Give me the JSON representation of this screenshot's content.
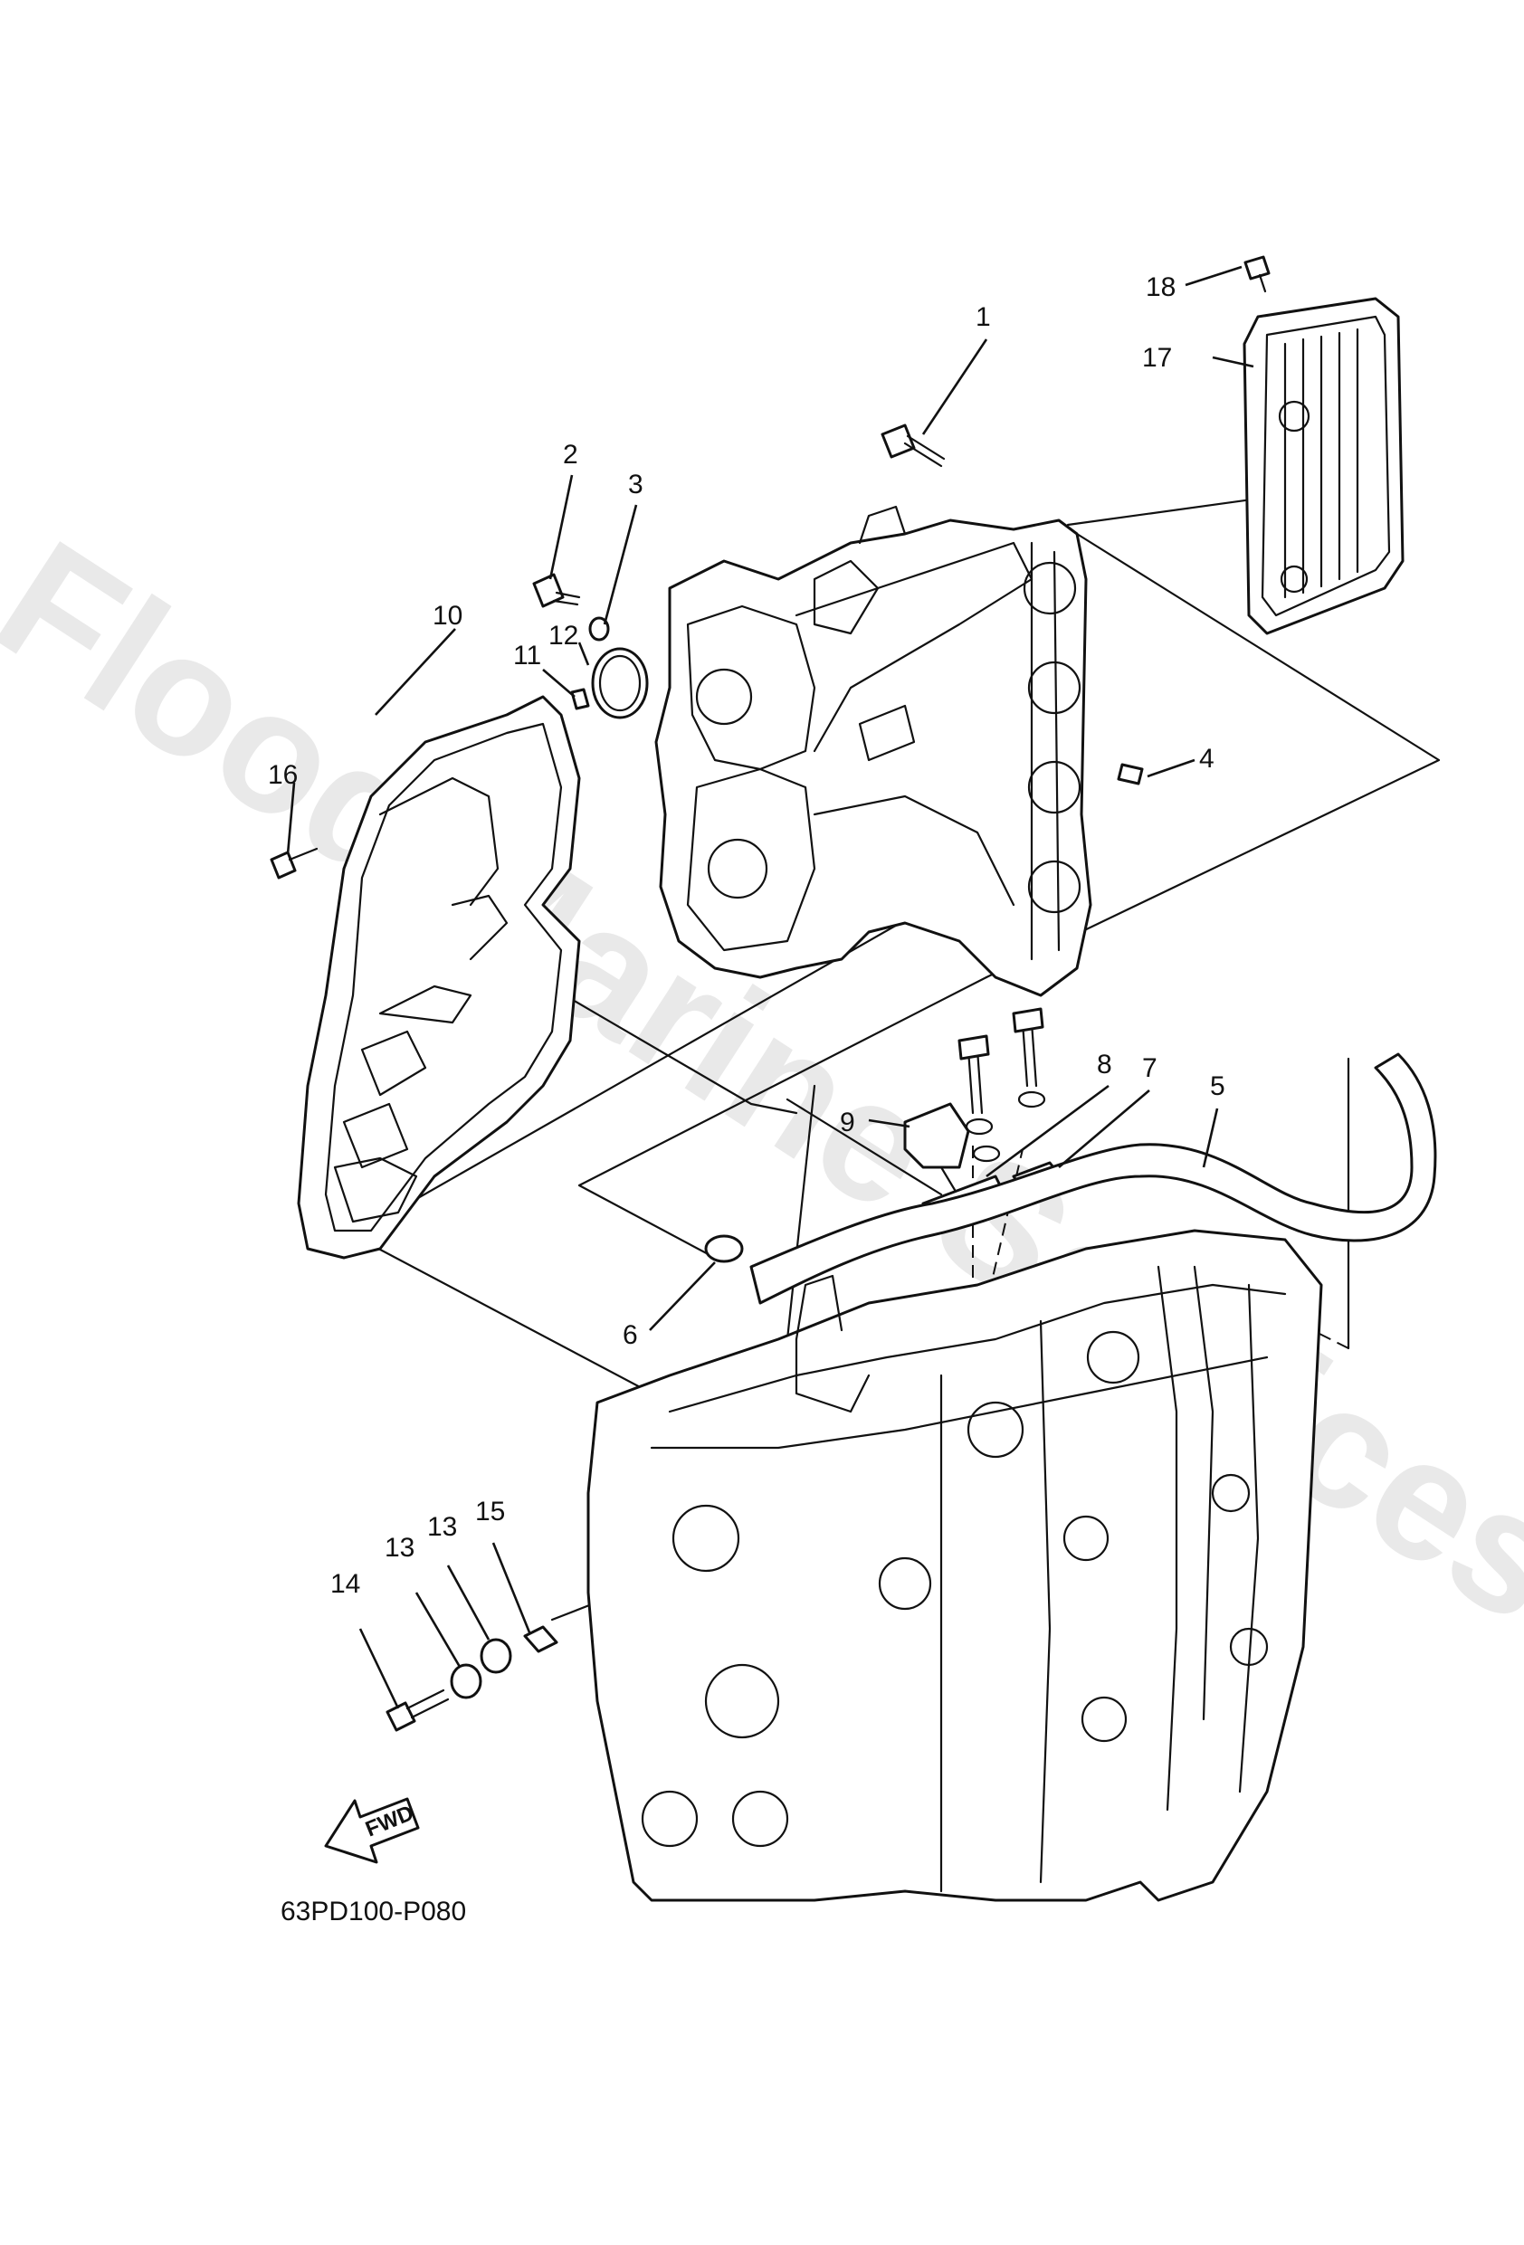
{
  "diagram": {
    "part_code": "63PD100-P080",
    "fwd_label": "FWD",
    "watermark": "Flood Marine Services",
    "callouts": {
      "c1": "1",
      "c2": "2",
      "c3": "3",
      "c4": "4",
      "c5": "5",
      "c6": "6",
      "c7": "7",
      "c8": "8",
      "c9": "9",
      "c10": "10",
      "c11": "11",
      "c12": "12",
      "c13a": "13",
      "c13b": "13",
      "c14": "14",
      "c15": "15",
      "c16": "16",
      "c17": "17",
      "c18": "18"
    }
  }
}
